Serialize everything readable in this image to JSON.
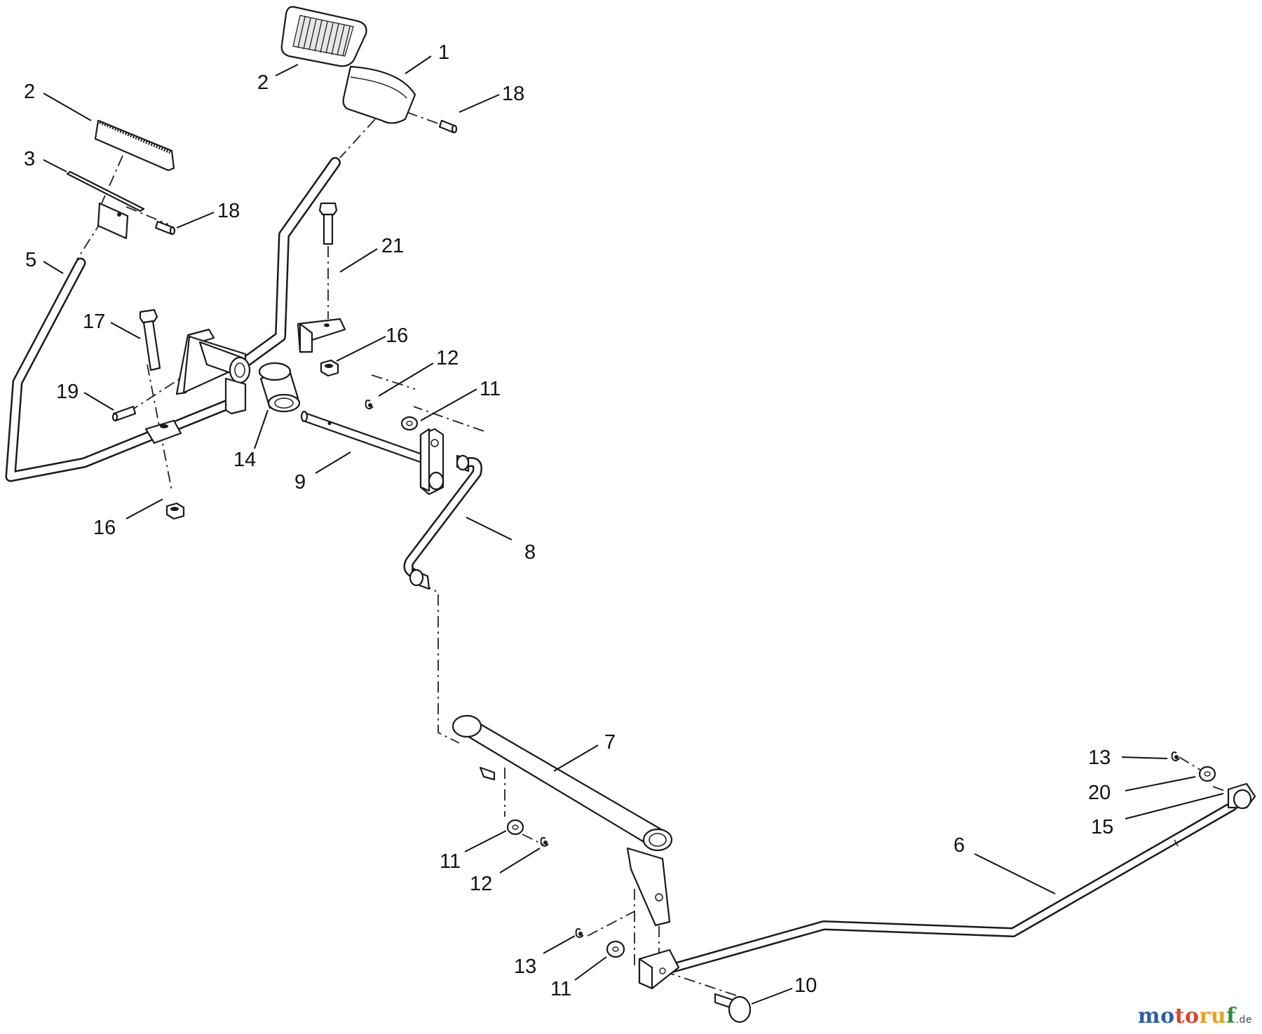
{
  "callouts": [
    {
      "label": "1"
    },
    {
      "label": "2"
    },
    {
      "label": "2"
    },
    {
      "label": "3"
    },
    {
      "label": "18"
    },
    {
      "label": "18"
    },
    {
      "label": "5"
    },
    {
      "label": "21"
    },
    {
      "label": "17"
    },
    {
      "label": "16"
    },
    {
      "label": "12"
    },
    {
      "label": "11"
    },
    {
      "label": "19"
    },
    {
      "label": "14"
    },
    {
      "label": "9"
    },
    {
      "label": "16"
    },
    {
      "label": "8"
    },
    {
      "label": "7"
    },
    {
      "label": "13"
    },
    {
      "label": "20"
    },
    {
      "label": "15"
    },
    {
      "label": "6"
    },
    {
      "label": "11"
    },
    {
      "label": "12"
    },
    {
      "label": "13"
    },
    {
      "label": "11"
    },
    {
      "label": "10"
    }
  ],
  "watermark": {
    "part1": "mo",
    "part2": "to",
    "part3": "ru",
    "part4": "f",
    "tld": ".de"
  },
  "colors": {
    "line": "#1a1a1a",
    "watermark_blue": "#2b5fa6",
    "watermark_red": "#d8452c",
    "watermark_orange": "#e8a21c",
    "watermark_green": "#2e8b3e"
  }
}
